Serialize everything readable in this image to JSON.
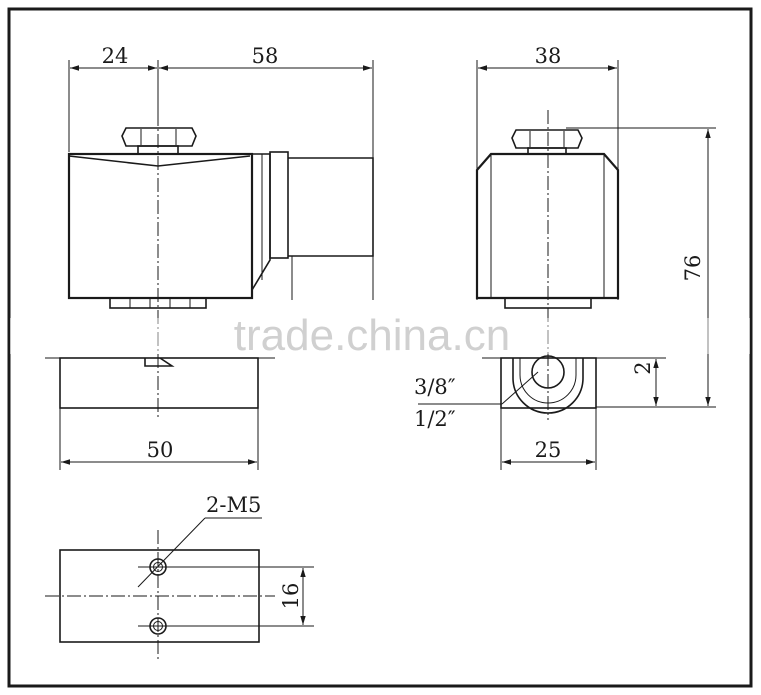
{
  "dimensions": {
    "front_left_width": "24",
    "front_right_width": "58",
    "side_width": "38",
    "height": "76",
    "bottom_height": "2",
    "base_width": "50",
    "port_width": "25",
    "port_size_a": "3/8″",
    "port_size_b": "1/2″",
    "mount_thread": "2-M5",
    "mount_spacing": "16"
  },
  "watermark": "trade.china.cn",
  "colors": {
    "line": "#1a1a1a",
    "watermark": "#c8c8c8",
    "background": "#ffffff"
  }
}
